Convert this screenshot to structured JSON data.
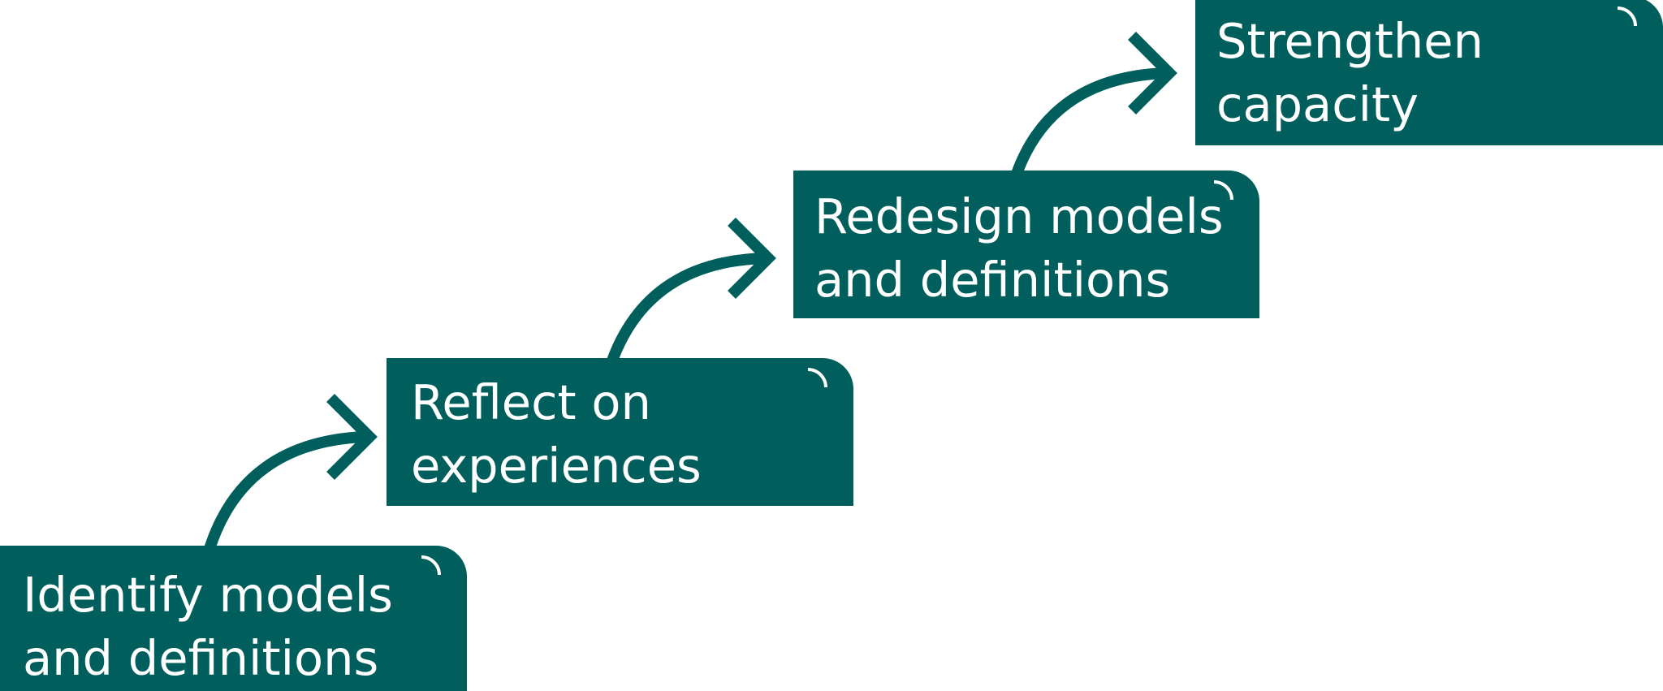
{
  "diagram": {
    "colors": {
      "accent": "#005f5c",
      "text": "#ffffff",
      "background": "#ffffff"
    },
    "steps": [
      {
        "line1": "Identify models",
        "line2": "and definitions"
      },
      {
        "line1": "Reflect on",
        "line2": "experiences"
      },
      {
        "line1": "Redesign models",
        "line2": "and definitions"
      },
      {
        "line1": "Strengthen",
        "line2": "capacity"
      }
    ]
  }
}
